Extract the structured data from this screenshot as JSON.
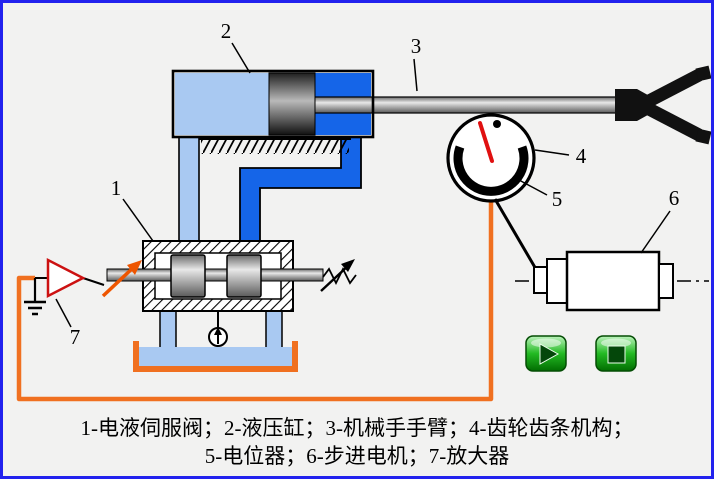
{
  "window": {
    "background": "#f2f2f1",
    "border_color": "#2222ee"
  },
  "diagram": {
    "part_labels": {
      "servo_valve": "1",
      "hydraulic_cylinder": "2",
      "manipulator_arm": "3",
      "gear_rack": "4",
      "potentiometer": "5",
      "stepper_motor": "6",
      "amplifier": "7"
    },
    "colors": {
      "pipe_blue": "#1565e8",
      "pipe_light_blue": "#a9c9f2",
      "wire_orange": "#f07020",
      "needle_red": "#e01010",
      "amplifier_red": "#cc1111",
      "button_green": "#1db31d"
    },
    "icons": [
      "play-icon",
      "stop-icon"
    ]
  },
  "caption": {
    "line1": "1-电液伺服阀；2-液压缸；3-机械手手臂；4-齿轮齿条机构；",
    "line2": "5-电位器；6-步进电机；7-放大器"
  }
}
